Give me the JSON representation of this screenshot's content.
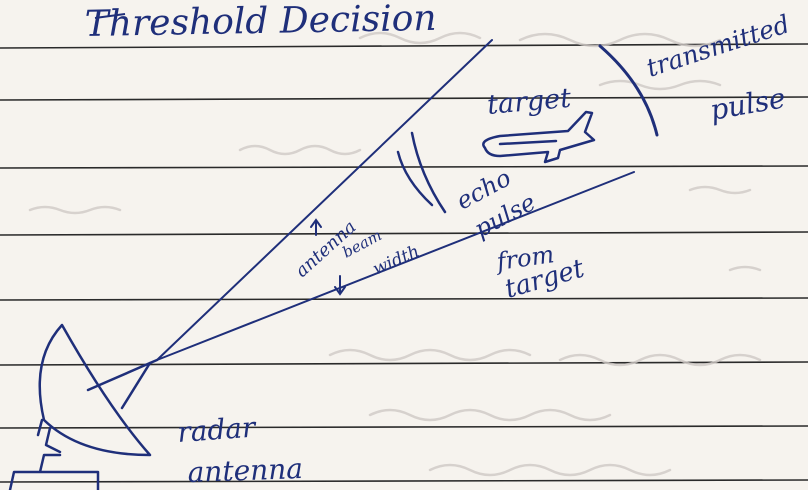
{
  "title": "Threshold Decision",
  "labels": {
    "transmitted_pulse_line1": "transmitted",
    "transmitted_pulse_line2": "pulse",
    "target": "target",
    "echo_pulse_line1": "echo",
    "echo_pulse_line2": "pulse",
    "from_target_line1": "from",
    "from_target_line2": "target",
    "beam_width_line1": "antenna",
    "beam_width_line2": "beam",
    "beam_width_line3": "width",
    "radar_antenna_line1": "radar",
    "radar_antenna_line2": "antenna"
  },
  "colors": {
    "ink": "#1f2f7a",
    "paper": "#f6f3ee",
    "ruling": "#2a2a2a",
    "margin": "#d9a3a3",
    "bleed_through": "#c9c3c0"
  }
}
